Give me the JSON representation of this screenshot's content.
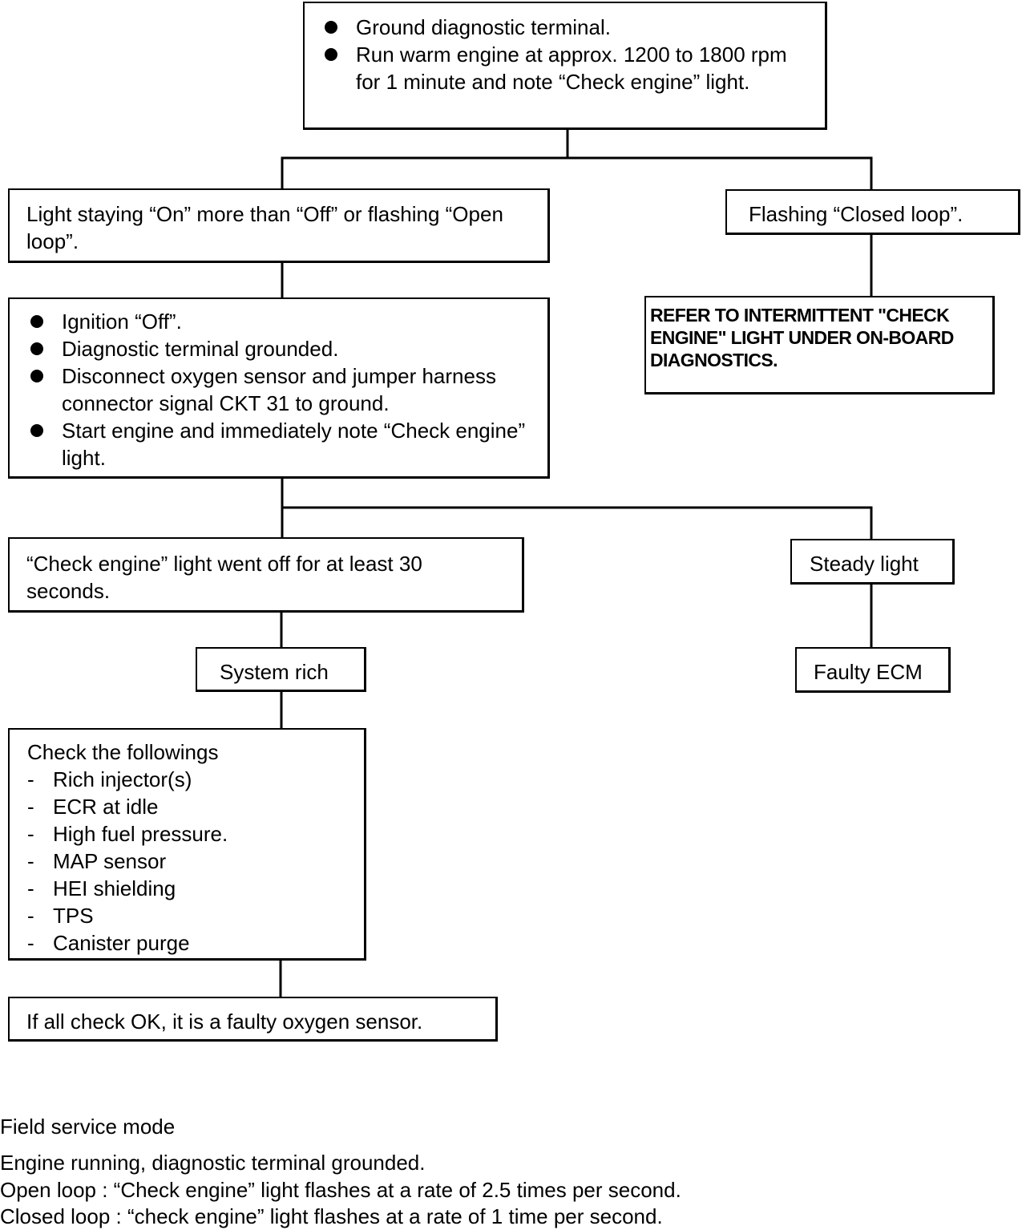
{
  "flowchart": {
    "start": {
      "bullets": [
        "Ground diagnostic terminal.",
        "Run warm engine at approx. 1200 to 1800 rpm for 1 minute and note “Check engine” light."
      ]
    },
    "light_on_open_loop": "Light staying “On” more than “Off” or flashing “Open loop”.",
    "flashing_closed_loop": "Flashing “Closed loop”.",
    "refer_intermittent": "REFER TO INTERMITTENT \"CHECK ENGINE\" LIGHT UNDER ON-BOARD DIAGNOSTICS.",
    "ignition_steps": {
      "bullets": [
        "Ignition “Off”.",
        "Diagnostic terminal grounded.",
        "Disconnect oxygen sensor and jumper harness connector signal CKT 31 to ground.",
        "Start engine and immediately note “Check engine” light."
      ]
    },
    "light_went_off": "“Check engine” light went off for at least 30 seconds.",
    "steady_light": "Steady light",
    "system_rich": "System rich",
    "faulty_ecm": "Faulty ECM",
    "check_list": {
      "heading": "Check the followings",
      "dash": "-",
      "items": [
        "Rich injector(s)",
        "ECR at idle",
        "High fuel pressure.",
        "MAP sensor",
        "HEI shielding",
        "TPS",
        "Canister purge"
      ]
    },
    "final": "If all check OK, it is a faulty oxygen sensor."
  },
  "footer": {
    "title": "Field service mode",
    "lines": [
      "Engine running, diagnostic terminal grounded.",
      "Open loop : “Check engine” light flashes at a rate of 2.5 times per second.",
      "Closed loop : “check engine” light flashes at a rate of 1 time per second."
    ]
  }
}
